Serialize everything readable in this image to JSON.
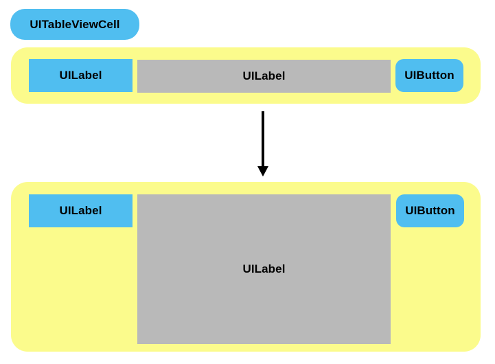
{
  "colors": {
    "blue": "#50BEF0",
    "yellow": "#FBFB8C",
    "gray": "#B9B9B9",
    "black": "#000000",
    "background": "#FFFFFF"
  },
  "badge": {
    "label": "UITableViewCell"
  },
  "collapsed_cell": {
    "left_label": "UILabel",
    "center_label": "UILabel",
    "right_button": "UIButton"
  },
  "icons": {
    "arrow": "down-arrow"
  },
  "expanded_cell": {
    "left_label": "UILabel",
    "center_label": "UILabel",
    "right_button": "UIButton"
  }
}
